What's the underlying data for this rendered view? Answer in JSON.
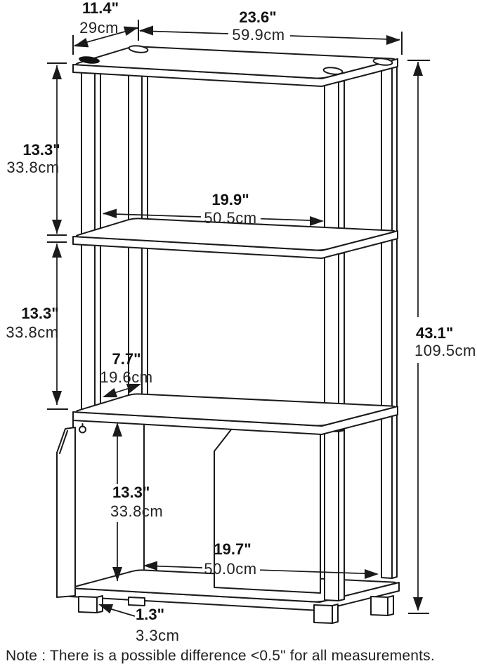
{
  "diagram": {
    "note": "Note : There is a possible difference <0.5\" for all measurements.",
    "colors": {
      "line": "#1a1a1a",
      "background": "#ffffff"
    },
    "dimensions": {
      "top_depth": {
        "inches": "11.4\"",
        "cm": "29cm"
      },
      "top_width": {
        "inches": "23.6\"",
        "cm": "59.9cm"
      },
      "tier1_height": {
        "inches": "13.3\"",
        "cm": "33.8cm"
      },
      "inner_width": {
        "inches": "19.9\"",
        "cm": "50.5cm"
      },
      "tier2_height": {
        "inches": "13.3\"",
        "cm": "33.8cm"
      },
      "post_gap_depth": {
        "inches": "7.7\"",
        "cm": "19.6cm"
      },
      "total_height": {
        "inches": "43.1\"",
        "cm": "109.5cm"
      },
      "cabinet_height": {
        "inches": "13.3\"",
        "cm": "33.8cm"
      },
      "cabinet_width": {
        "inches": "19.7\"",
        "cm": "50.0cm"
      },
      "foot_height": {
        "inches": "1.3\"",
        "cm": "3.3cm"
      }
    }
  }
}
